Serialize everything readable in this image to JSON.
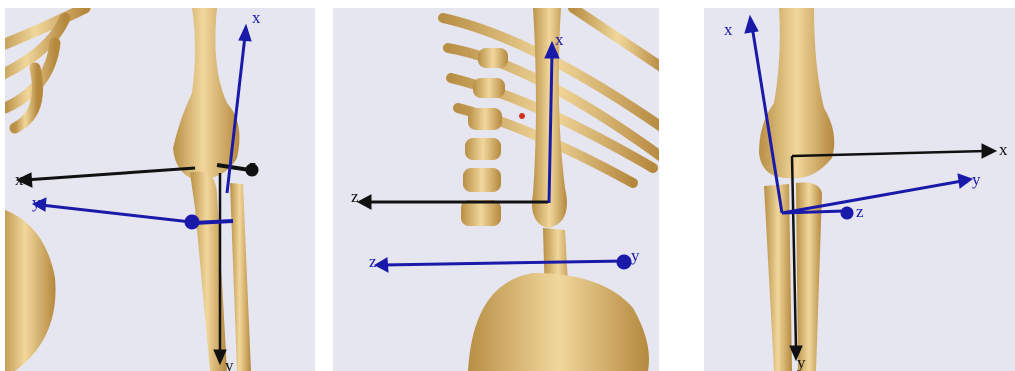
{
  "colors": {
    "background": "#e6e6f1",
    "bone": "#d9b46a",
    "bone_light": "#f2d9a0",
    "bone_dark": "#a07a35",
    "axis_black": "#111111",
    "axis_blue": "#1a1aaa"
  },
  "panels": [
    {
      "labels": {
        "x_black": "x",
        "z_black": "z",
        "x_blue": "x",
        "y_blue": "y",
        "y_black": "y"
      }
    },
    {
      "labels": {
        "x_blue": "x",
        "z_black": "z",
        "z_blue": "z",
        "y_blue": "y"
      }
    },
    {
      "labels": {
        "x_blue": "x",
        "x_black": "x",
        "y_blue": "y",
        "z_blue": "z",
        "y_black": "y"
      }
    }
  ]
}
